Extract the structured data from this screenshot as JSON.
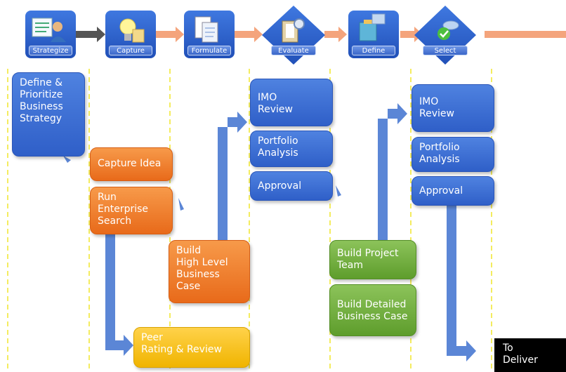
{
  "stages": [
    {
      "label": "Strategize",
      "icon": "strategy-icon"
    },
    {
      "label": "Capture",
      "icon": "lightbulb-icon"
    },
    {
      "label": "Formulate",
      "icon": "document-icon"
    },
    {
      "label": "Evaluate",
      "icon": "clipboard-icon"
    },
    {
      "label": "Define",
      "icon": "folder-icon"
    },
    {
      "label": "Select",
      "icon": "checkmark-icon"
    }
  ],
  "steps": {
    "define_strategy": "Define &\nPrioritize\nBusiness\nStrategy",
    "capture_idea": "Capture Idea",
    "enterprise_search": "Run\nEnterprise\nSearch",
    "high_level_case": "Build\nHigh Level\nBusiness\nCase",
    "peer_review": "Peer\nRating & Review",
    "imo_review_1": "IMO\nReview",
    "portfolio_1": "Portfolio\nAnalysis",
    "approval_1": "Approval",
    "project_team": "Build Project\nTeam",
    "detailed_case": "Build Detailed\nBusiness Case",
    "imo_review_2": "IMO\nReview",
    "portfolio_2": "Portfolio\nAnalysis",
    "approval_2": "Approval",
    "to_deliver": "To\nDeliver"
  },
  "colors": {
    "blue": "#3a6ad4",
    "orange": "#f07c2a",
    "green": "#6aaa36",
    "yellow": "#ffc61a",
    "arrow_blue": "#5b86d6",
    "header_connector": "#f4a47c",
    "lane_divider": "#f0e62a"
  }
}
